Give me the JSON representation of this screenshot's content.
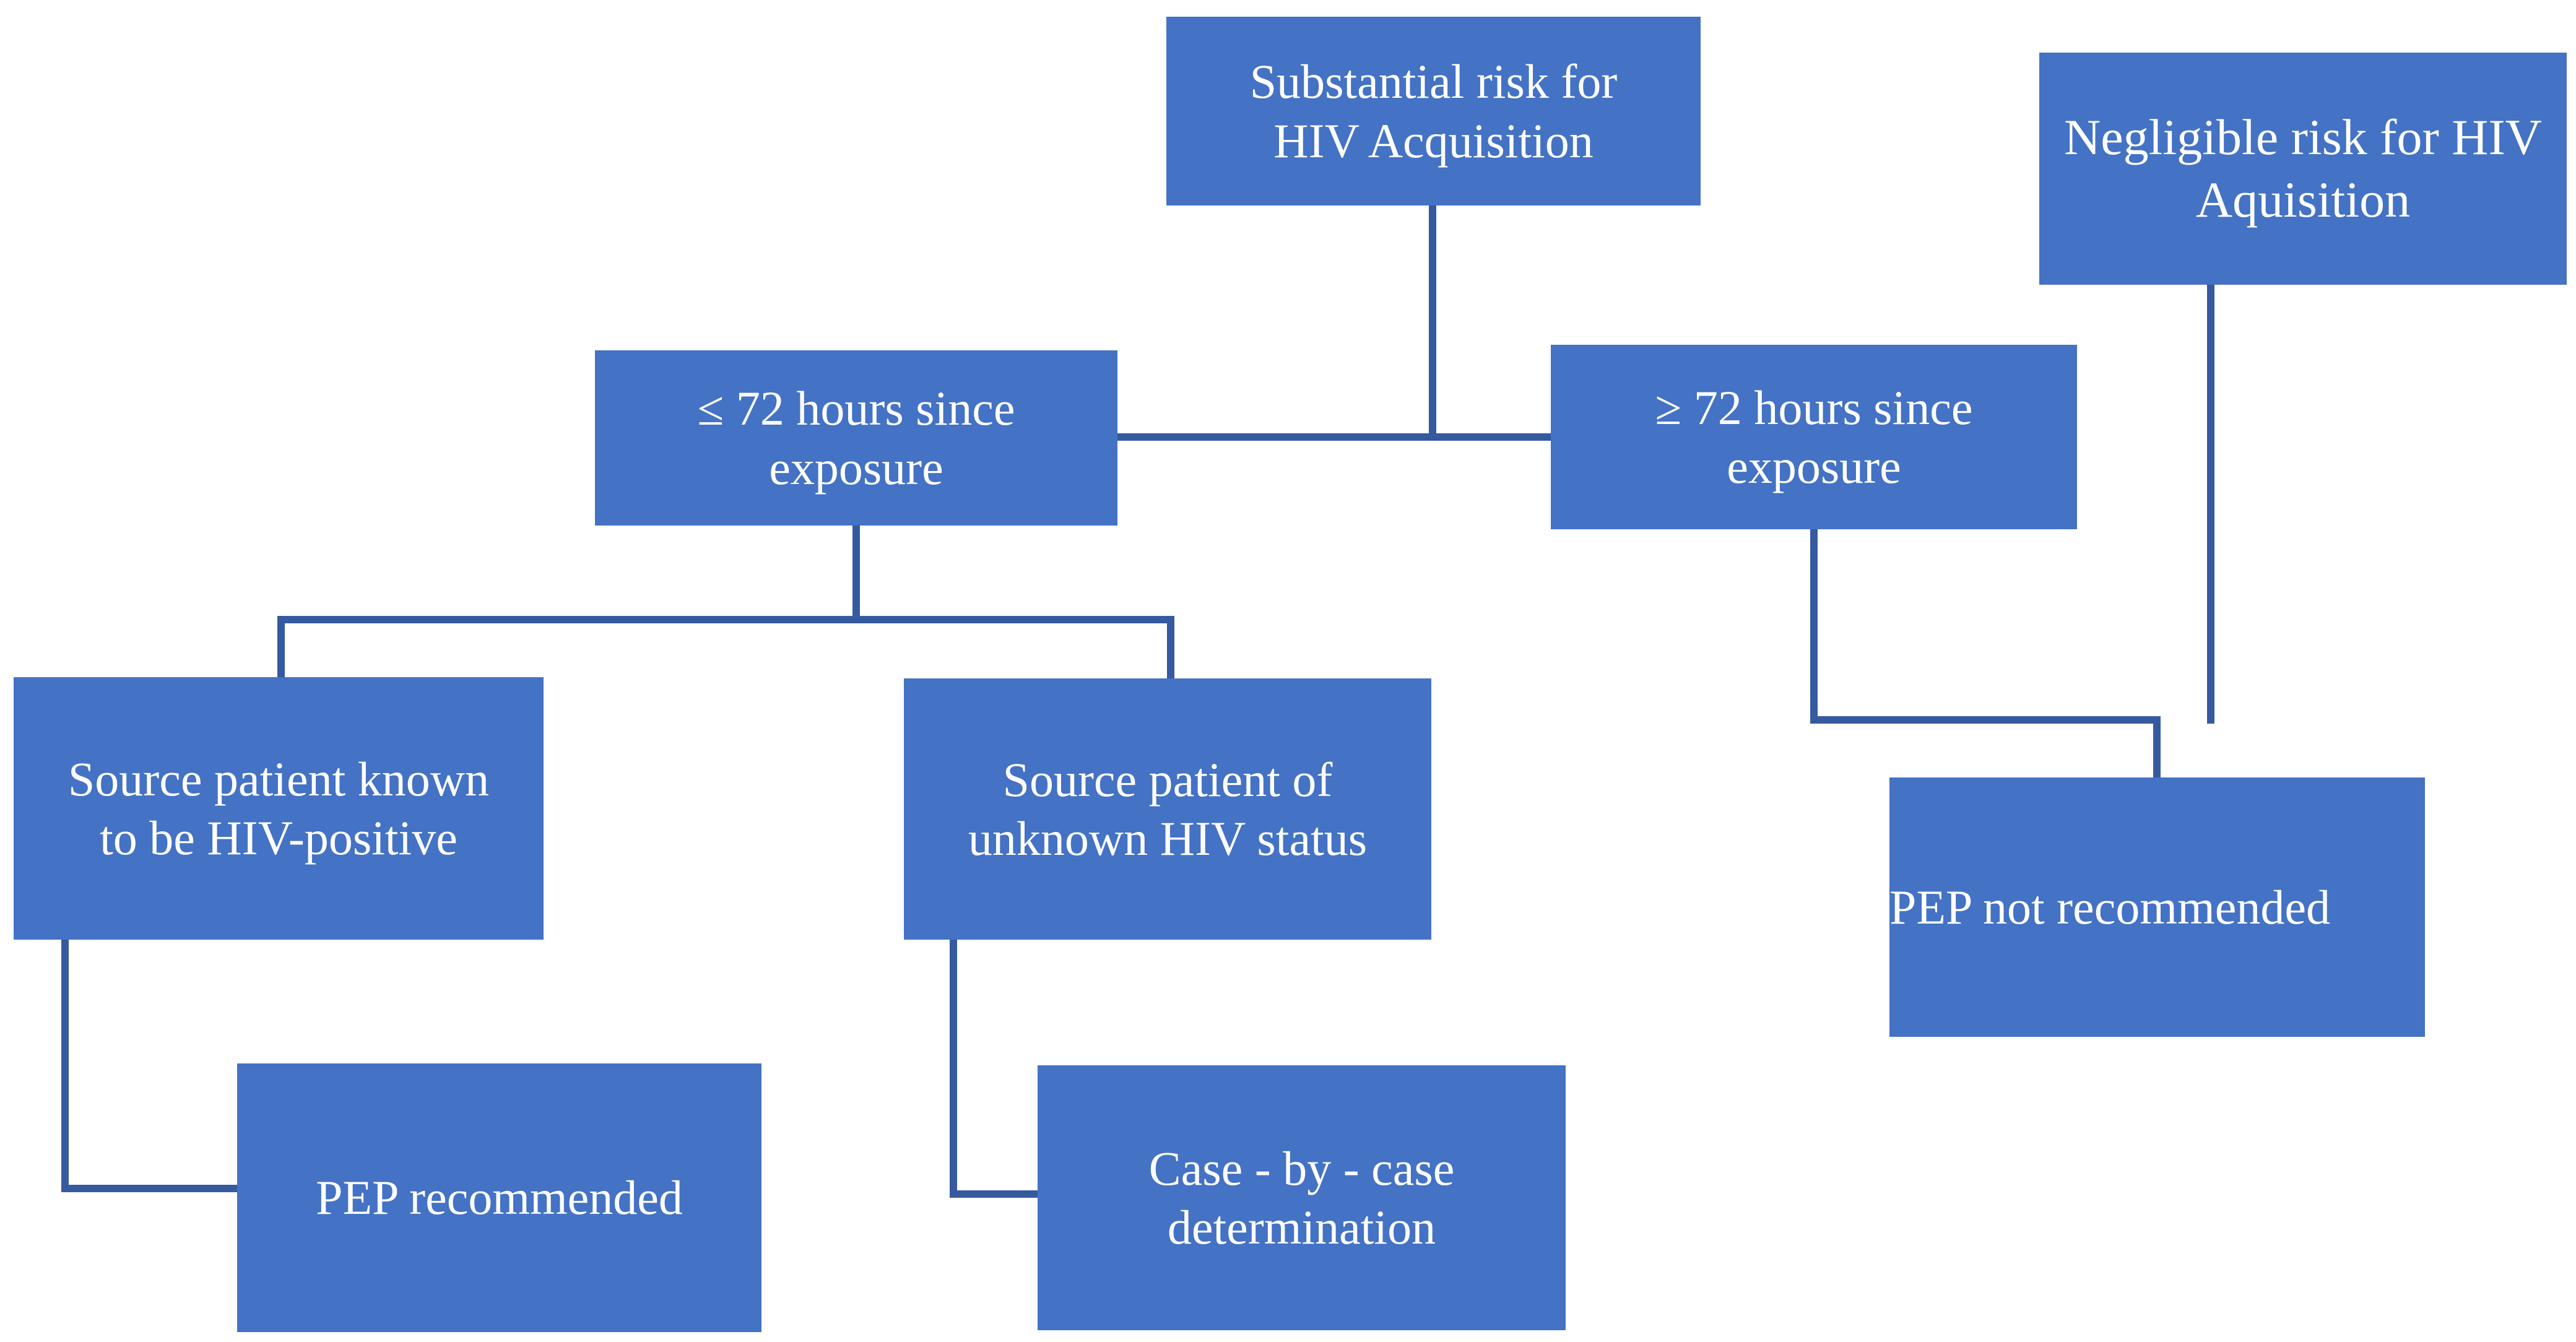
{
  "colors": {
    "box_fill": "#4472C4",
    "box_text": "#FFFFFF",
    "connector": "#355AA0",
    "background": "#FFFFFF"
  },
  "nodes": {
    "substantial": {
      "label": "Substantial risk for\nHIV Acquisition"
    },
    "negligible": {
      "label": "Negligible risk for HIV\nAquisition"
    },
    "le72": {
      "label": "≤ 72 hours since\nexposure"
    },
    "ge72": {
      "label": "≥ 72 hours since\nexposure"
    },
    "known": {
      "label": "Source patient known\nto be HIV-positive"
    },
    "unknown": {
      "label": "Source patient of\nunknown HIV status"
    },
    "peprec": {
      "label": "PEP recommended"
    },
    "casebycase": {
      "label": "Case - by - case\ndetermination"
    },
    "pepnot": {
      "label": "PEP not recommended"
    }
  }
}
